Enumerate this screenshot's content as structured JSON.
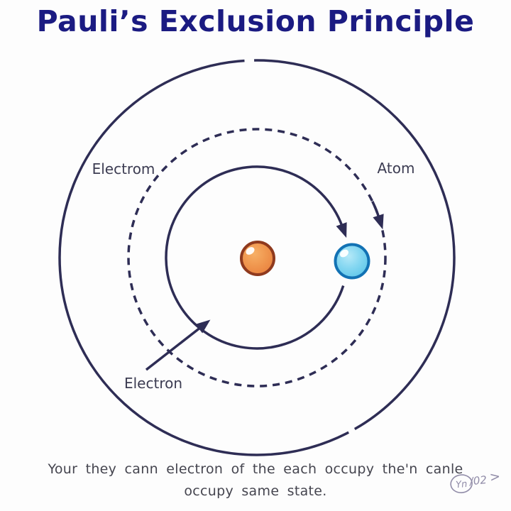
{
  "title": "Pauli’s Exclusion Principle",
  "diagram": {
    "labels": {
      "electron_upper": "Electrom",
      "atom": "Atom",
      "electron_lower": "Electron"
    }
  },
  "caption": {
    "line1": "Your they cann electron of the each occupy the'n canle",
    "line2": "occupy same state."
  },
  "signature": {
    "initials": "Yn",
    "code": "/02",
    "chevron": ">"
  },
  "colors": {
    "title": "#1b1b82",
    "line": "#2e2d55",
    "label": "#3c3c52",
    "caption": "#45454f",
    "nucleus_fill": "#f09850",
    "nucleus_border": "#8f3a1e",
    "electron_fill": "#7fd4ee",
    "electron_border": "#1272b4",
    "signature": "#918ca8",
    "background": "#fdfdfd"
  }
}
